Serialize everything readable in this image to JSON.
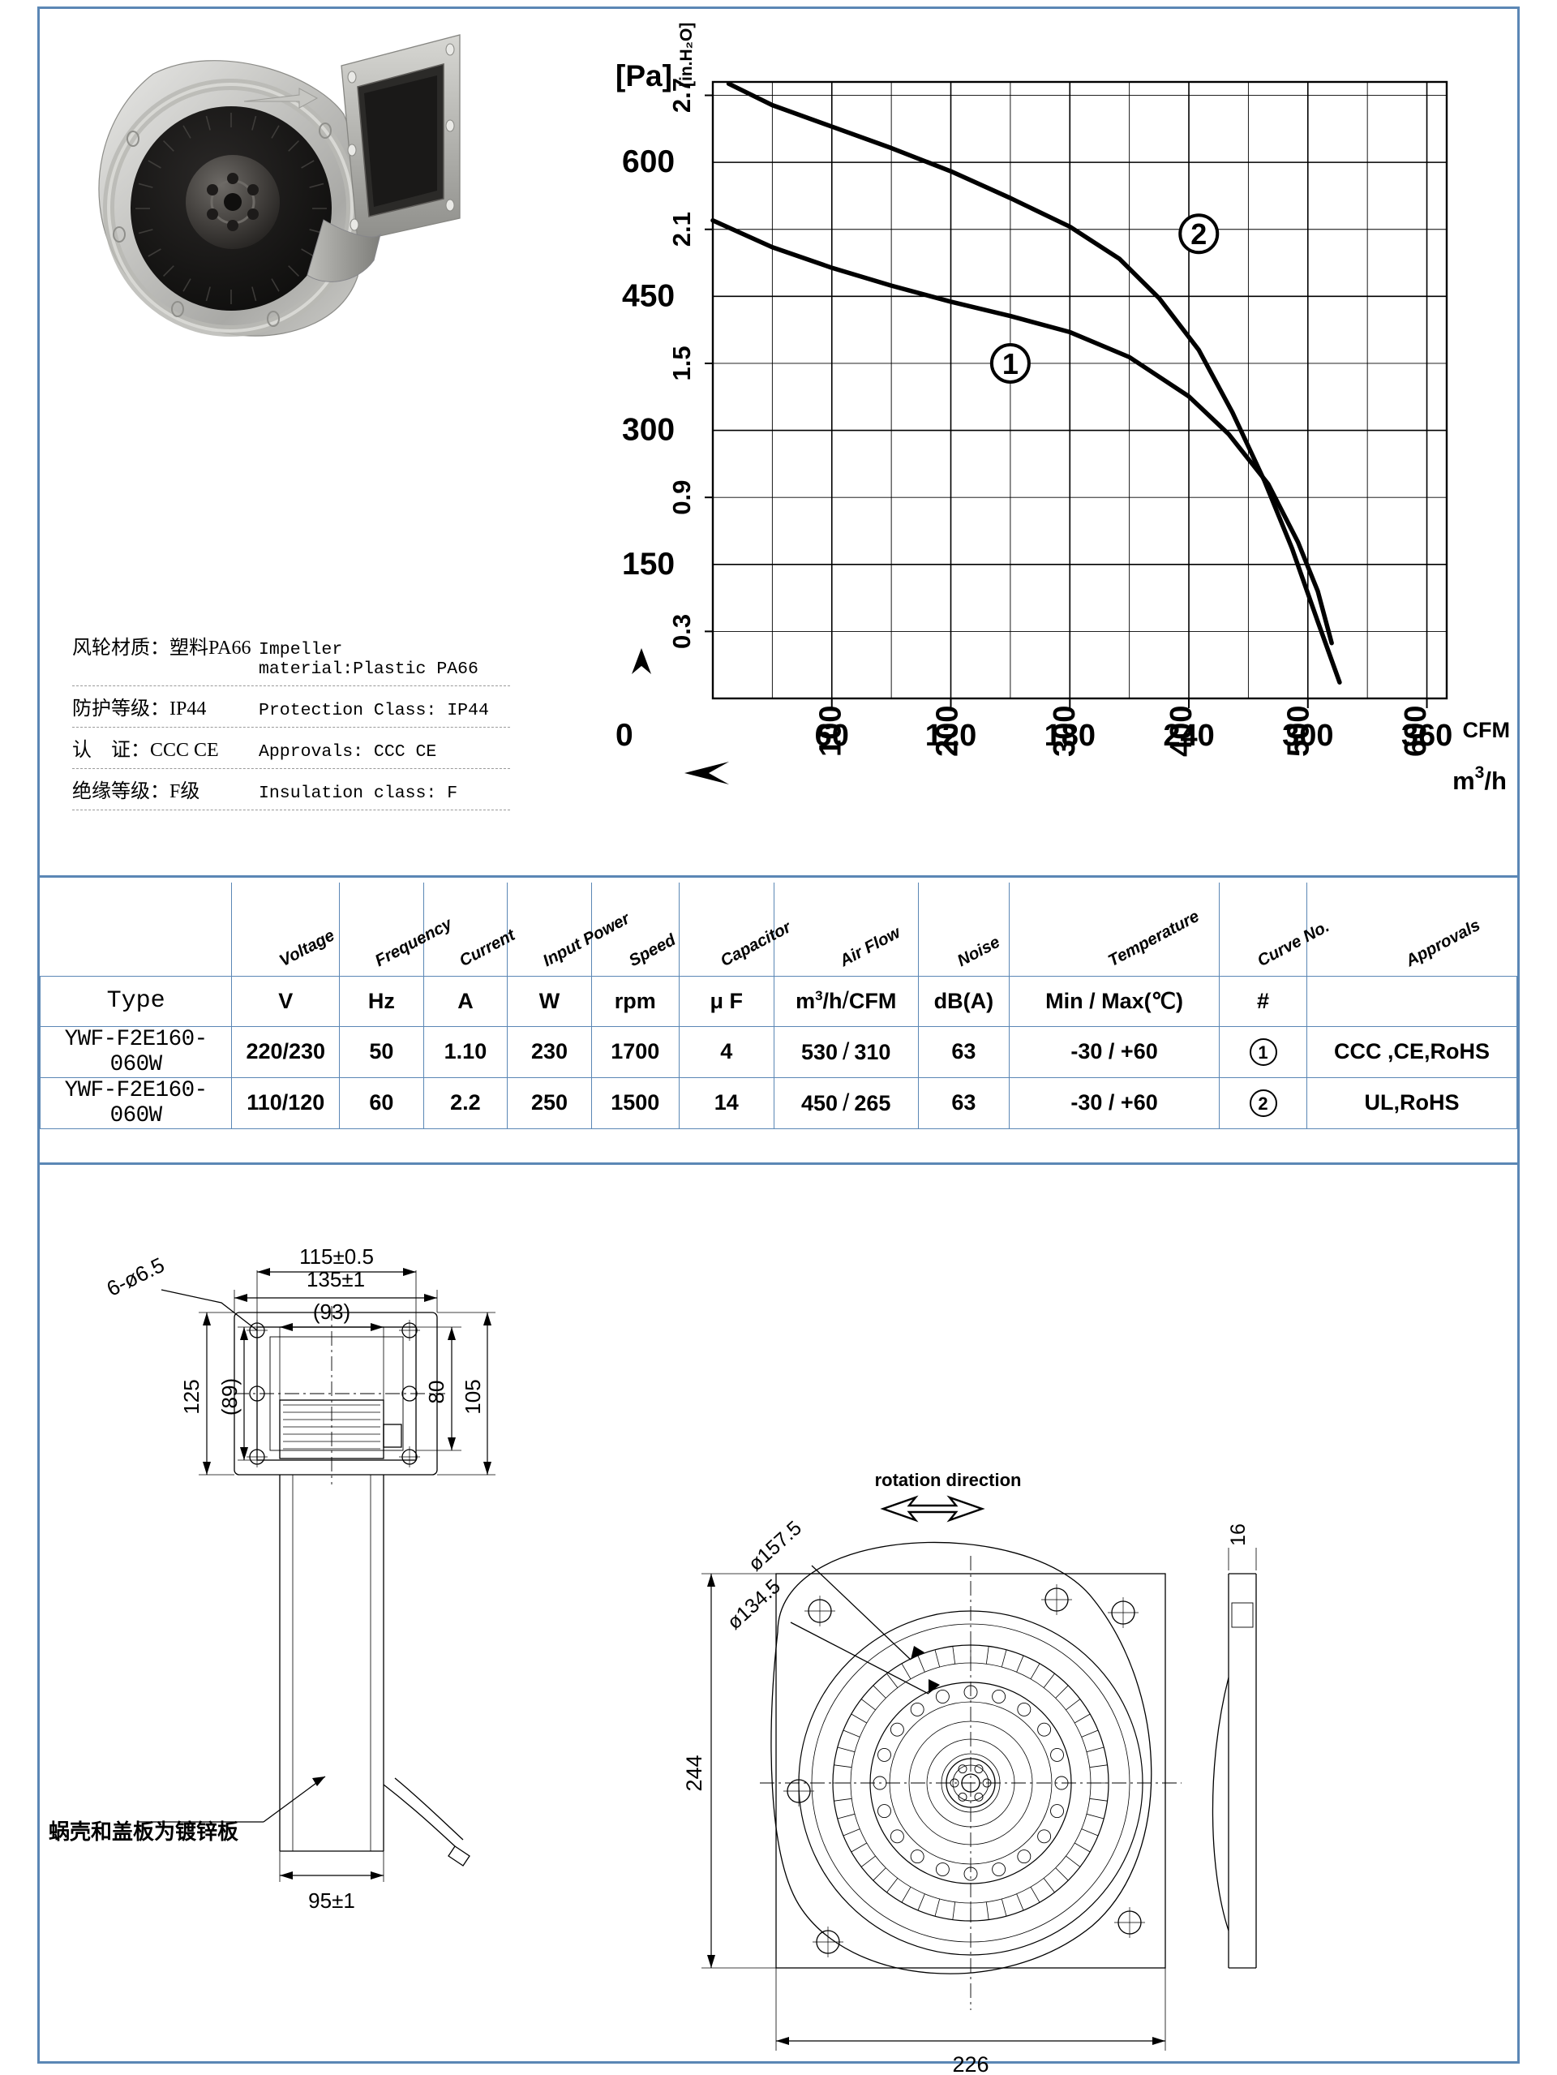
{
  "product": {
    "model": "YWF-F2E160-060W",
    "note_cn": "蜗壳和盖板为镀锌板"
  },
  "specs": [
    {
      "cn_label": "风轮材质：",
      "cn_value": "塑料PA66",
      "en": "Impeller material:Plastic PA66"
    },
    {
      "cn_label": "防护等级：",
      "cn_value": "IP44",
      "en": "Protection Class: IP44"
    },
    {
      "cn_label": "认    证：",
      "cn_value": "CCC CE",
      "en": "Approvals: CCC  CE"
    },
    {
      "cn_label": "绝缘等级：",
      "cn_value": "F级",
      "en": "Insulation class: F"
    }
  ],
  "chart_data": {
    "type": "line",
    "title": "",
    "xlabel_primary": "CFM",
    "xlabel_secondary": "m3/h",
    "ylabel_primary": "[Pa]",
    "ylabel_secondary": "[in.H2O]",
    "y_ticks_pa": [
      150,
      300,
      450,
      600
    ],
    "y_ticks_inh2o": [
      "0.3",
      "0.9",
      "1.5",
      "2.1",
      "2.7"
    ],
    "y_origin_label": "0",
    "x_ticks_cfm": [
      60,
      120,
      180,
      240,
      300,
      360
    ],
    "x_ticks_m3h": [
      100,
      200,
      300,
      400,
      500,
      600
    ],
    "xlim_cfm": [
      0,
      370
    ],
    "ylim_pa": [
      0,
      690
    ],
    "grid": true,
    "legend_position": "inline-markers",
    "series": [
      {
        "name": "1",
        "marker_label": "1",
        "points": [
          [
            0,
            535
          ],
          [
            30,
            505
          ],
          [
            60,
            482
          ],
          [
            90,
            462
          ],
          [
            120,
            444
          ],
          [
            150,
            428
          ],
          [
            180,
            410
          ],
          [
            210,
            382
          ],
          [
            240,
            338
          ],
          [
            260,
            296
          ],
          [
            280,
            240
          ],
          [
            295,
            175
          ],
          [
            305,
            120
          ],
          [
            312,
            62
          ]
        ]
      },
      {
        "name": "2",
        "marker_label": "2",
        "points": [
          [
            8,
            688
          ],
          [
            30,
            664
          ],
          [
            60,
            640
          ],
          [
            90,
            616
          ],
          [
            120,
            590
          ],
          [
            150,
            560
          ],
          [
            180,
            528
          ],
          [
            205,
            492
          ],
          [
            225,
            448
          ],
          [
            245,
            390
          ],
          [
            262,
            320
          ],
          [
            278,
            244
          ],
          [
            292,
            168
          ],
          [
            305,
            86
          ],
          [
            316,
            18
          ]
        ]
      }
    ]
  },
  "table": {
    "rotated_headers": [
      "Voltage",
      "Frequency",
      "Current",
      "Input Power",
      "Speed",
      "Capacitor",
      "Air Flow",
      "Noise",
      "Temperature",
      "Curve No.",
      "Approvals"
    ],
    "unit_row": {
      "type": "Type",
      "voltage": "V",
      "frequency": "Hz",
      "current": "A",
      "power": "W",
      "speed": "rpm",
      "capacitor": "μ F",
      "airflow_num": "m",
      "airflow_sup": "3",
      "airflow_rest": "/h",
      "airflow_den": "CFM",
      "noise": "dB(A)",
      "temperature": "Min / Max(℃)",
      "curve": "#",
      "approvals": ""
    },
    "rows": [
      {
        "type": "YWF-F2E160-060W",
        "voltage": "220/230",
        "frequency": "50",
        "current": "1.10",
        "power": "230",
        "speed": "1700",
        "capacitor": "4",
        "airflow_m3h": "530",
        "airflow_cfm": "310",
        "noise": "63",
        "temperature": "-30 / +60",
        "curve": "1",
        "approvals": "CCC ,CE,RoHS"
      },
      {
        "type": "YWF-F2E160-060W",
        "voltage": "110/120",
        "frequency": "60",
        "current": "2.2",
        "power": "250",
        "speed": "1500",
        "capacitor": "14",
        "airflow_m3h": "450",
        "airflow_cfm": "265",
        "noise": "63",
        "temperature": "-30 / +60",
        "curve": "2",
        "approvals": "UL,RoHS"
      }
    ]
  },
  "drawing": {
    "left_view": {
      "d_135": "135±1",
      "d_115": "115±0.5",
      "d_93": "(93)",
      "d_holes": "6-ø6.5",
      "d_125": "125",
      "d_89": "(89)",
      "d_80": "80",
      "d_105": "105",
      "d_95": "95±1"
    },
    "right_view": {
      "rotation_label": "rotation direction",
      "d_16": "16",
      "d_1575": "ø157.5",
      "d_1345": "ø134.5",
      "d_244": "244",
      "d_226": "226"
    }
  },
  "colors": {
    "border_blue": "#5b87b5",
    "ink": "#000000"
  }
}
